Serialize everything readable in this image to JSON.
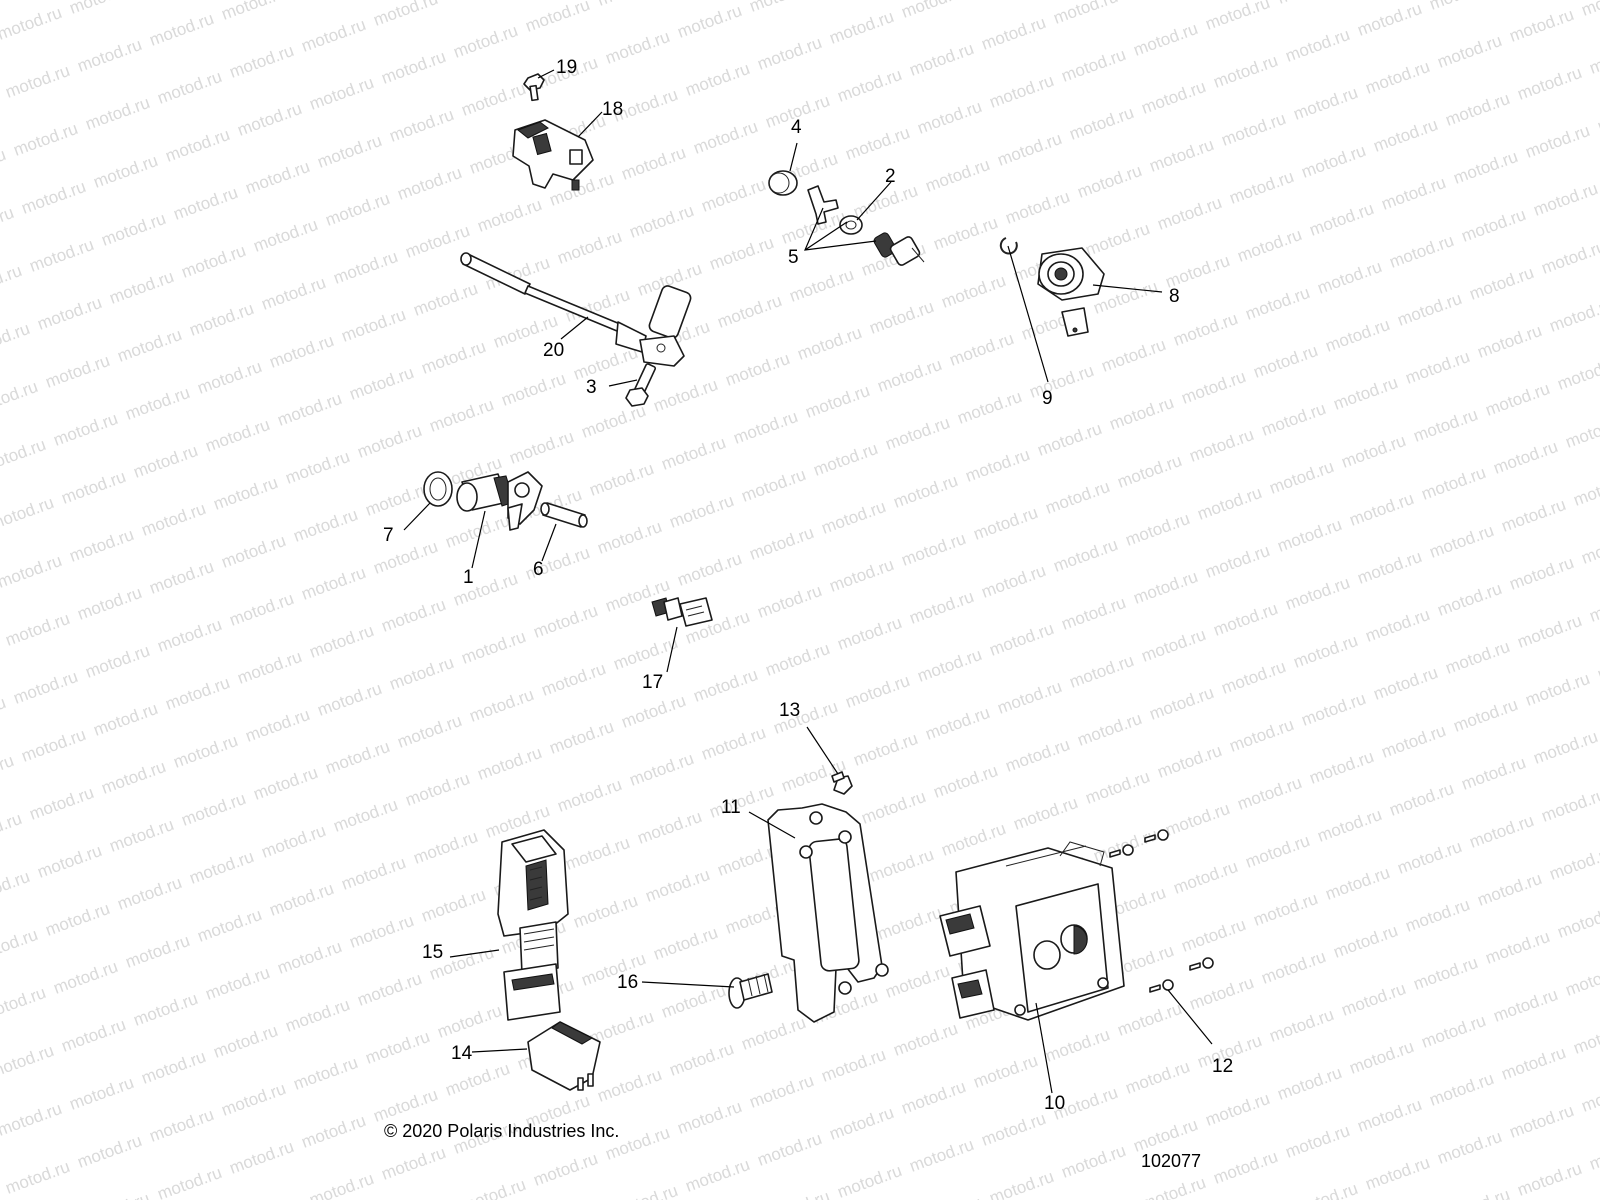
{
  "watermark": "motod.ru",
  "callouts": {
    "c1": "1",
    "c2": "2",
    "c3": "3",
    "c4": "4",
    "c5": "5",
    "c6": "6",
    "c7": "7",
    "c8": "8",
    "c9": "9",
    "c10": "10",
    "c11": "11",
    "c12": "12",
    "c13": "13",
    "c14": "14",
    "c15": "15",
    "c16": "16",
    "c17": "17",
    "c18": "18",
    "c19": "19",
    "c20": "20"
  },
  "footer": {
    "copyright": "© 2020 Polaris Industries Inc.",
    "drawing_number": "102077"
  }
}
